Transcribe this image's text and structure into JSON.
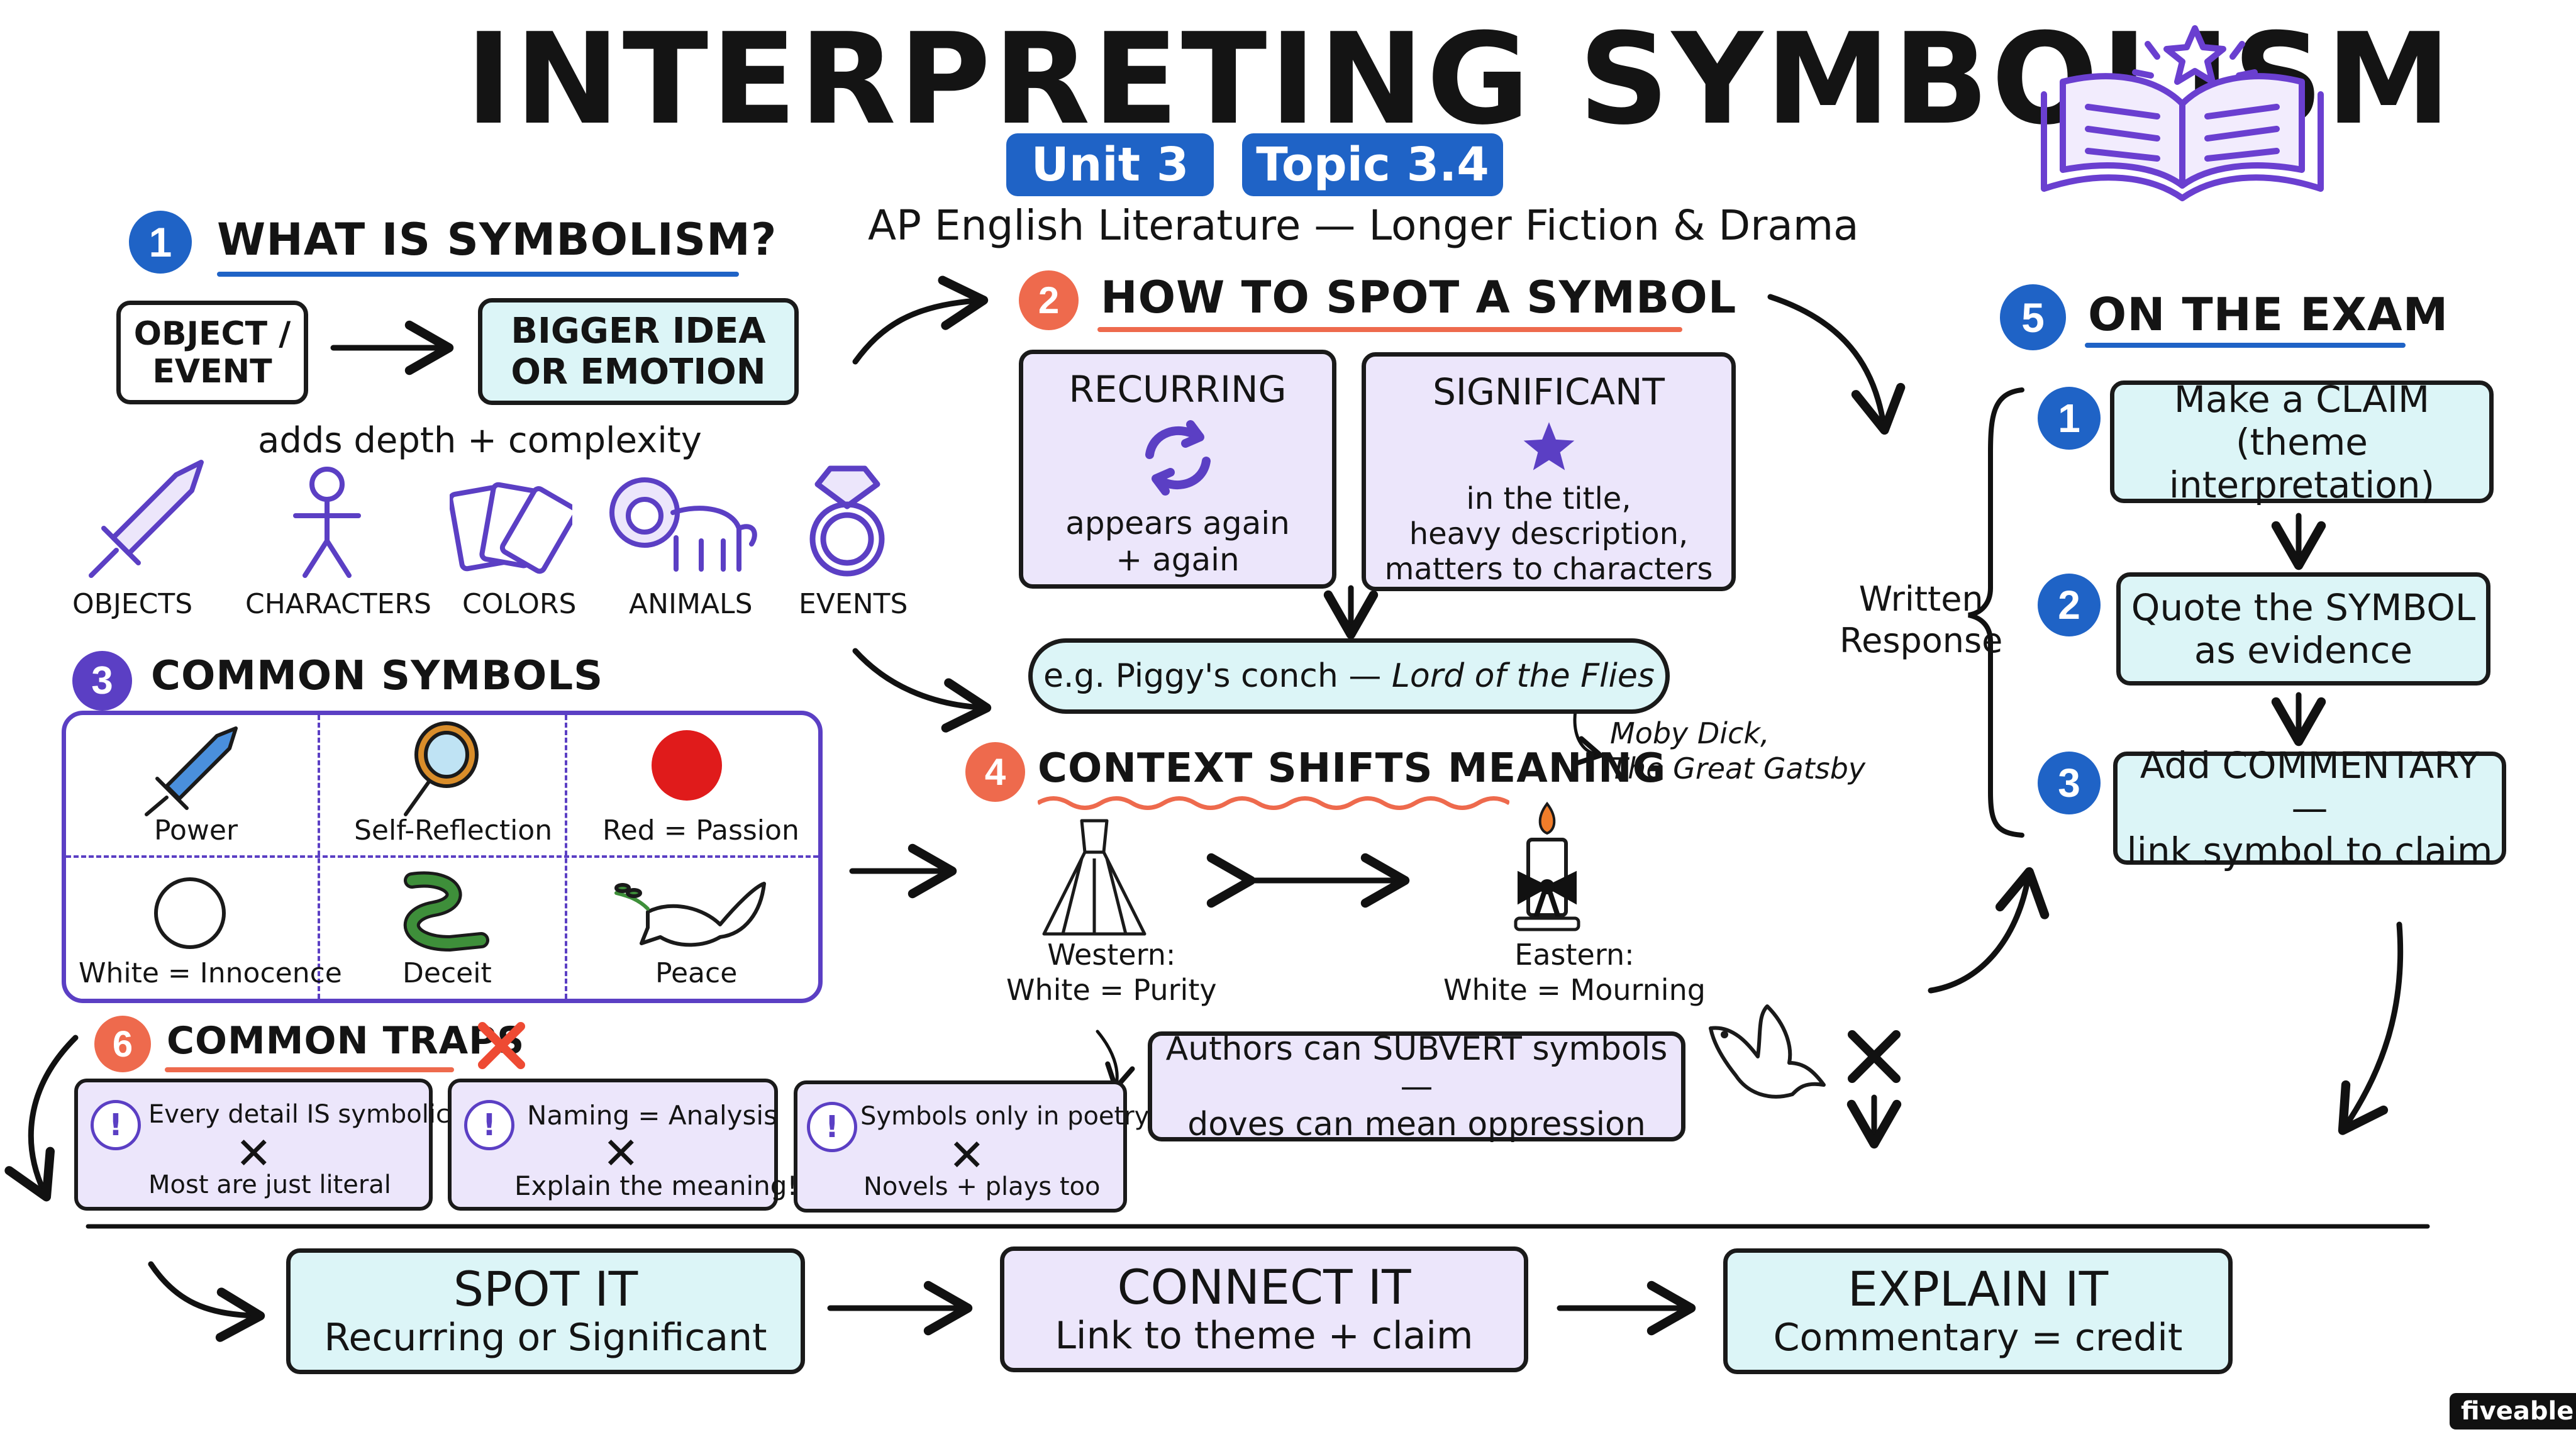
{
  "title": "INTERPRETING SYMBOLISM",
  "unit_pill": "Unit 3",
  "topic_pill": "Topic 3.4",
  "subtitle": "AP English Literature — Longer Fiction & Drama",
  "section1": {
    "number": "1",
    "heading": "WHAT IS SYMBOLISM?",
    "object_box": [
      "OBJECT /",
      "EVENT"
    ],
    "idea_box": [
      "BIGGER IDEA",
      "OR EMOTION"
    ],
    "caption": "adds depth + complexity",
    "types": [
      "OBJECTS",
      "CHARACTERS",
      "COLORS",
      "ANIMALS",
      "EVENTS"
    ]
  },
  "section2": {
    "number": "2",
    "heading": "HOW TO SPOT A SYMBOL",
    "recurring": {
      "title": "RECURRING",
      "text": [
        "appears again",
        "+ again"
      ]
    },
    "significant": {
      "title": "SIGNIFICANT",
      "text": [
        "in the title,",
        "heavy description,",
        "matters to characters"
      ]
    },
    "example_prefix": "e.g. Piggy's conch — ",
    "example_title": "Lord of the Flies",
    "other_examples": [
      "Moby Dick,",
      "The Great Gatsby"
    ]
  },
  "section3": {
    "number": "3",
    "heading": "COMMON SYMBOLS",
    "cells": [
      "Power",
      "Self-Reflection",
      "Red = Passion",
      "White = Innocence",
      "Deceit",
      "Peace"
    ]
  },
  "section4": {
    "number": "4",
    "heading": "CONTEXT SHIFTS MEANING",
    "western": [
      "Western:",
      "White = Purity"
    ],
    "eastern": [
      "Eastern:",
      "White = Mourning"
    ],
    "subvert": [
      "Authors can SUBVERT symbols —",
      "doves can mean oppression"
    ]
  },
  "section5": {
    "number": "5",
    "heading": "ON THE EXAM",
    "written": [
      "Written",
      "Response"
    ],
    "steps": [
      {
        "n": "1",
        "lines": [
          "Make a CLAIM",
          "(theme interpretation)"
        ]
      },
      {
        "n": "2",
        "lines": [
          "Quote the SYMBOL",
          "as evidence"
        ]
      },
      {
        "n": "3",
        "lines": [
          "Add COMMENTARY —",
          "link symbol to claim"
        ]
      }
    ]
  },
  "section6": {
    "number": "6",
    "heading": "COMMON TRAPS",
    "traps": [
      {
        "top": "Every detail IS symbolic",
        "bottom": "Most are just literal"
      },
      {
        "top": "Naming = Analysis",
        "bottom": "Explain the meaning!"
      },
      {
        "top": "Symbols only in poetry",
        "bottom": "Novels + plays too"
      }
    ]
  },
  "bottom_flow": [
    {
      "title": "SPOT IT",
      "sub": "Recurring or Significant"
    },
    {
      "title": "CONNECT IT",
      "sub": "Link to theme + claim"
    },
    {
      "title": "EXPLAIN IT",
      "sub": "Commentary = credit"
    }
  ],
  "brand": "fiveable",
  "colors": {
    "blue": "#1f63c6",
    "purple": "#5b3fc4",
    "orange": "#ee6a4d",
    "cyan": "#dcf5f7",
    "lavender": "#ece6fb",
    "red": "#e01b1b"
  }
}
